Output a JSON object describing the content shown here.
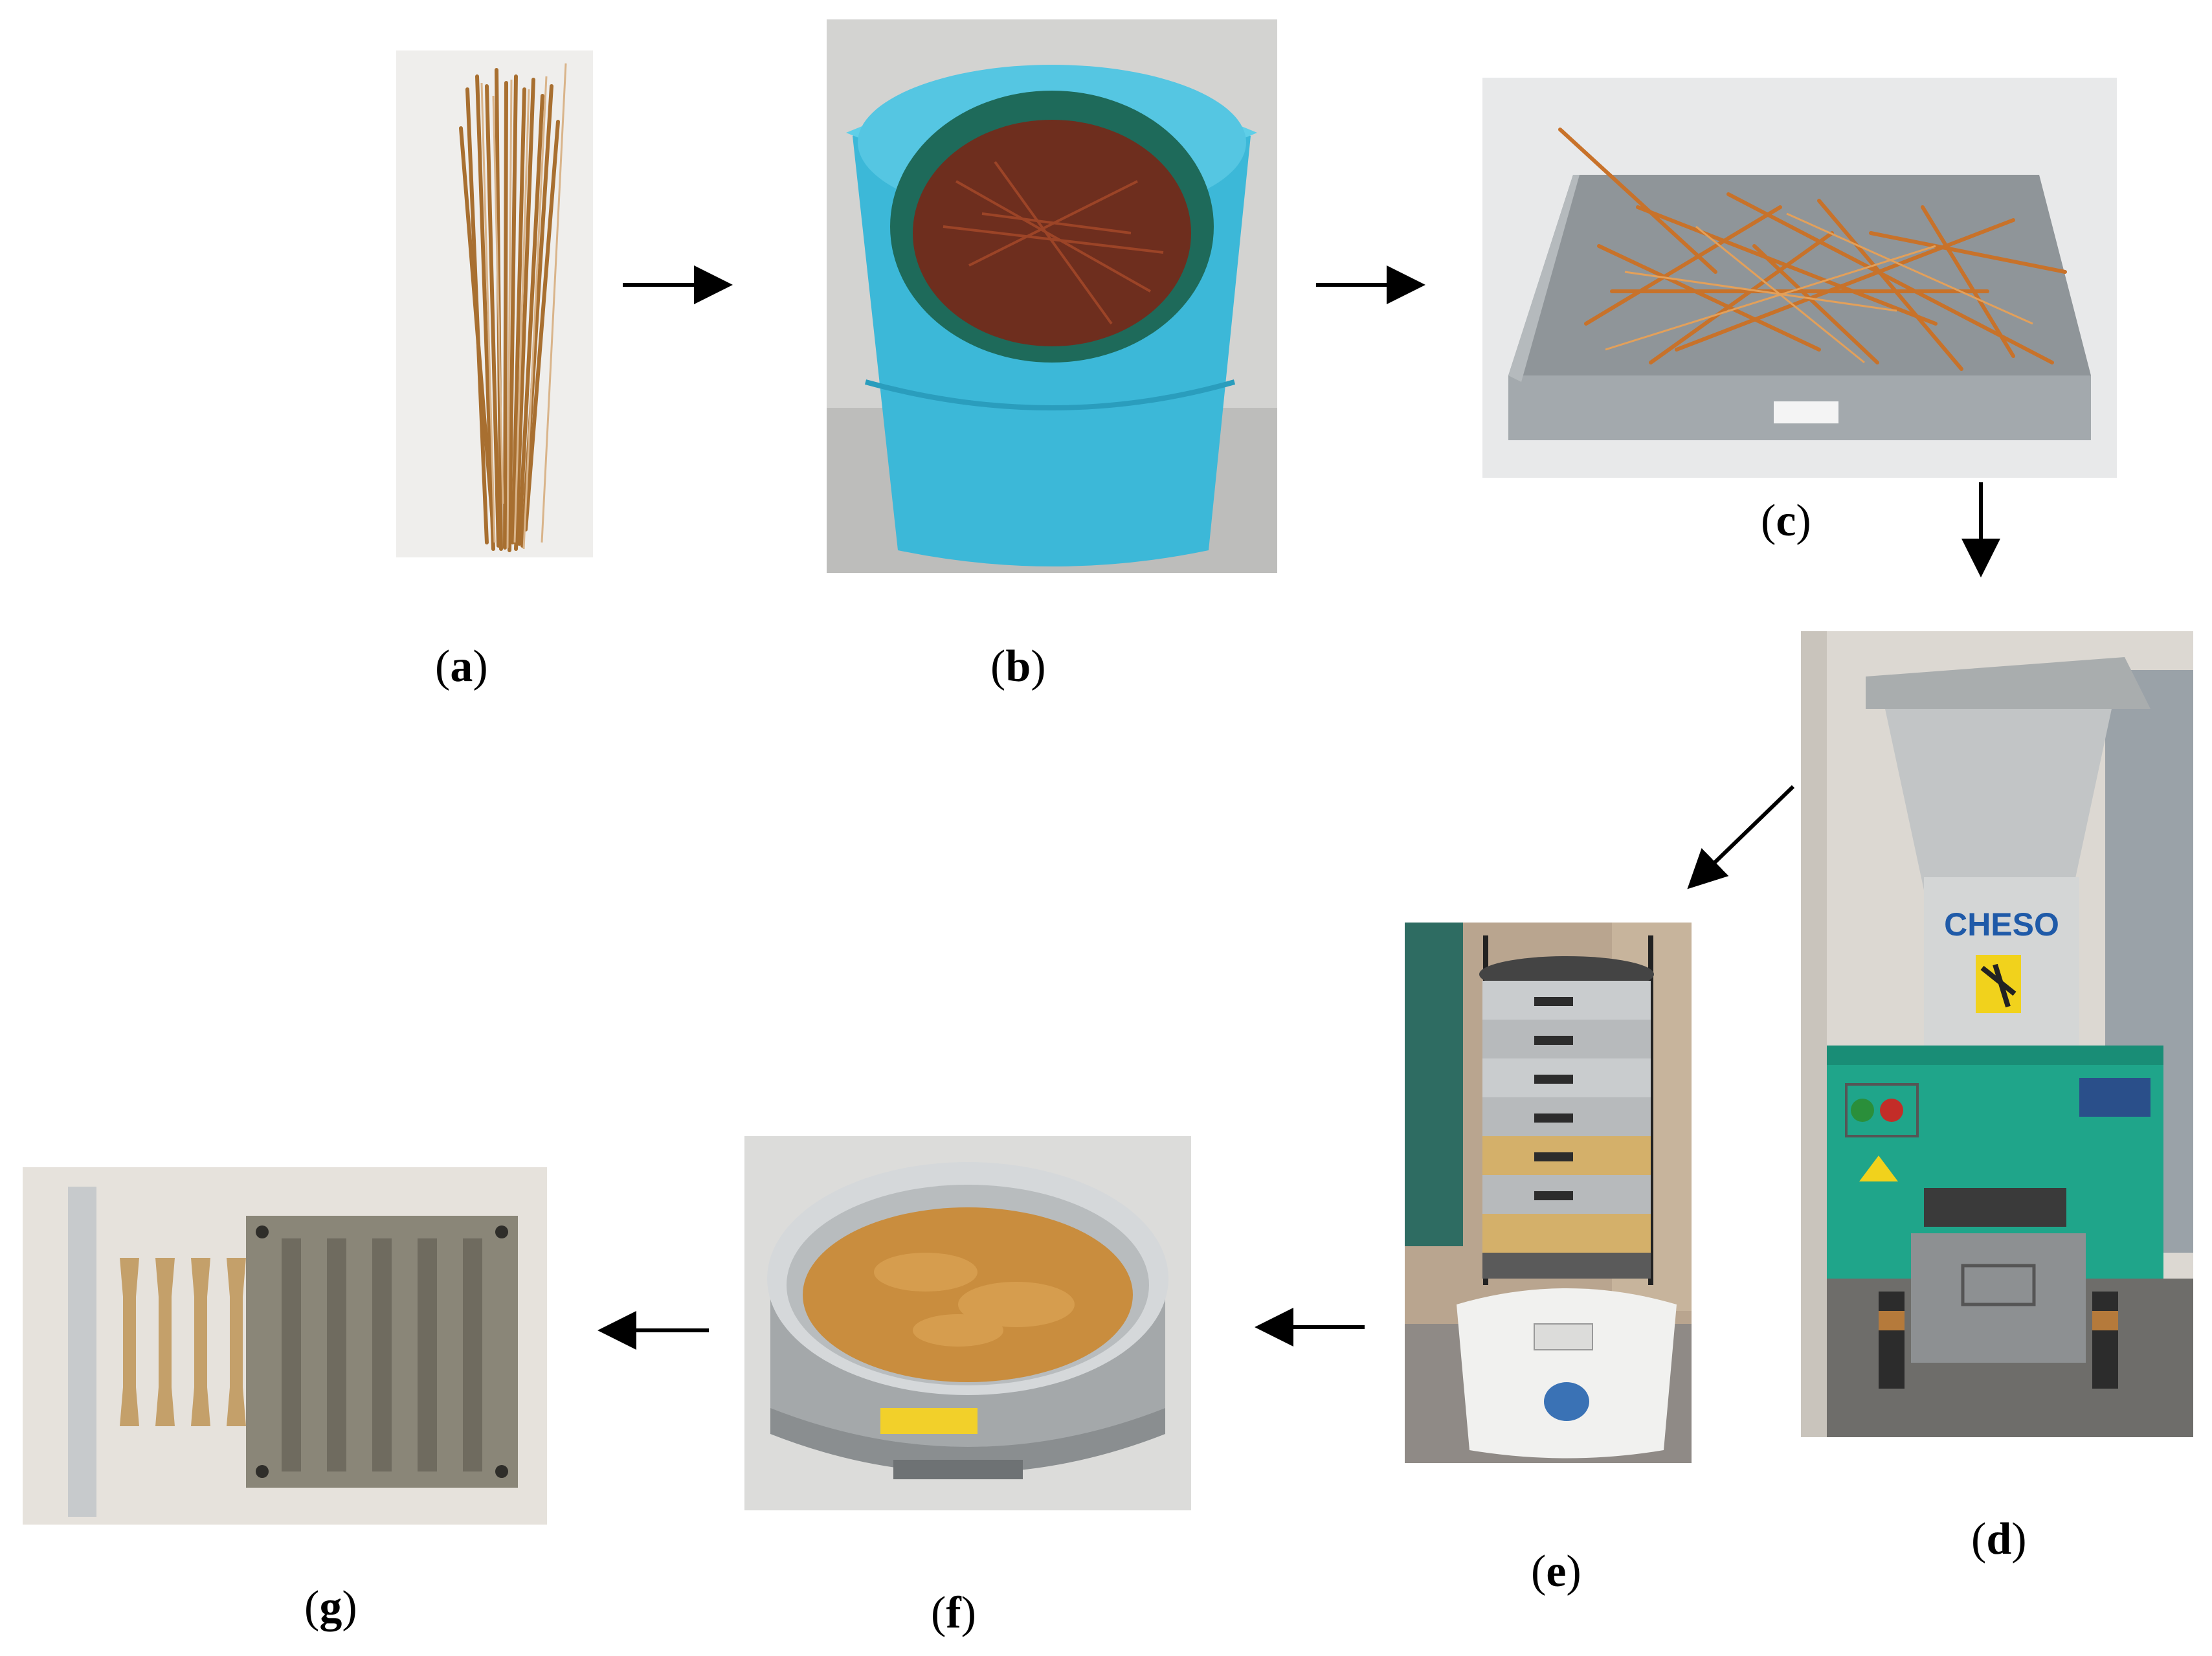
{
  "panels": {
    "a": {
      "label": "a",
      "subject": "fiber-bundle"
    },
    "b": {
      "label": "b",
      "subject": "soaking-bucket"
    },
    "c": {
      "label": "c",
      "subject": "drying-tray"
    },
    "d": {
      "label": "d",
      "subject": "grinder-machine",
      "brand": "CHESO"
    },
    "e": {
      "label": "e",
      "subject": "sieve-shaker"
    },
    "f": {
      "label": "f",
      "subject": "sieve-with-powder"
    },
    "g": {
      "label": "g",
      "subject": "mold-and-specimens"
    }
  },
  "flow": [
    "a",
    "b",
    "c",
    "d",
    "e",
    "f",
    "g"
  ],
  "colors": {
    "fiber": "#b0773a",
    "bucket": "#3cb8d8",
    "tray": "#9aa0a4",
    "machine_green": "#1fa58a",
    "machine_gray": "#a9adae",
    "powder": "#c98d3e",
    "steel": "#c4c7c9",
    "arrow": "#000000"
  }
}
